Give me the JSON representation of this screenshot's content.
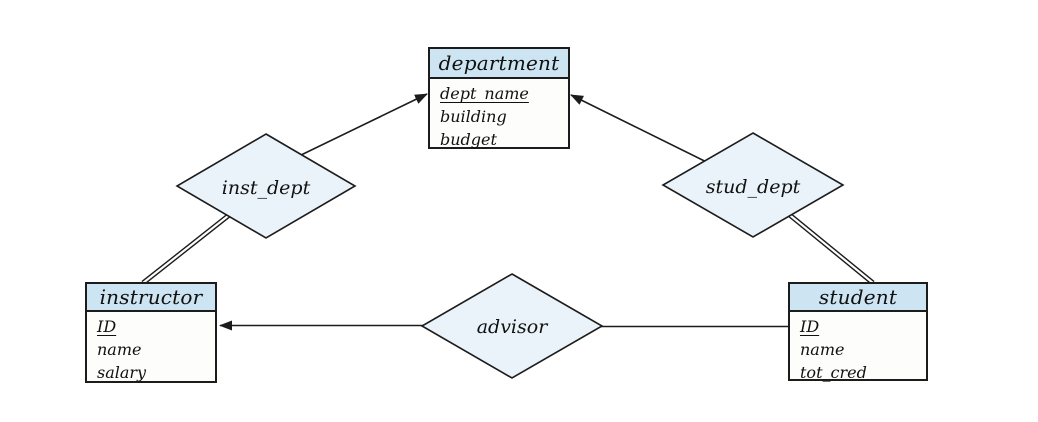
{
  "diagram": {
    "type": "entity-relationship-diagram",
    "colors": {
      "background": "#ffffff",
      "entity_header": "#cde4f2",
      "entity_body": "#fdfdfc",
      "diamond_fill": "#e9f3f9",
      "border": "#1c1c1c"
    },
    "entities": [
      {
        "id": "department",
        "title": "department",
        "attributes": [
          {
            "name": "dept_name",
            "key": true
          },
          {
            "name": "building",
            "key": false
          },
          {
            "name": "budget",
            "key": false
          }
        ]
      },
      {
        "id": "instructor",
        "title": "instructor",
        "attributes": [
          {
            "name": "ID",
            "key": true
          },
          {
            "name": "name",
            "key": false
          },
          {
            "name": "salary",
            "key": false
          }
        ]
      },
      {
        "id": "student",
        "title": "student",
        "attributes": [
          {
            "name": "ID",
            "key": true
          },
          {
            "name": "name",
            "key": false
          },
          {
            "name": "tot_cred",
            "key": false
          }
        ]
      }
    ],
    "relationships": [
      {
        "id": "inst_dept",
        "label": "inst_dept"
      },
      {
        "id": "stud_dept",
        "label": "stud_dept"
      },
      {
        "id": "advisor",
        "label": "advisor"
      }
    ],
    "connections": [
      {
        "from": "inst_dept",
        "to": "department",
        "style": "single-line",
        "arrow_at": "department"
      },
      {
        "from": "stud_dept",
        "to": "department",
        "style": "single-line",
        "arrow_at": "department"
      },
      {
        "from": "instructor",
        "to": "inst_dept",
        "style": "double-line",
        "arrow_at": null
      },
      {
        "from": "student",
        "to": "stud_dept",
        "style": "double-line",
        "arrow_at": null
      },
      {
        "from": "advisor",
        "to": "instructor",
        "style": "single-line",
        "arrow_at": "instructor"
      },
      {
        "from": "advisor",
        "to": "student",
        "style": "single-line",
        "arrow_at": null
      }
    ]
  }
}
